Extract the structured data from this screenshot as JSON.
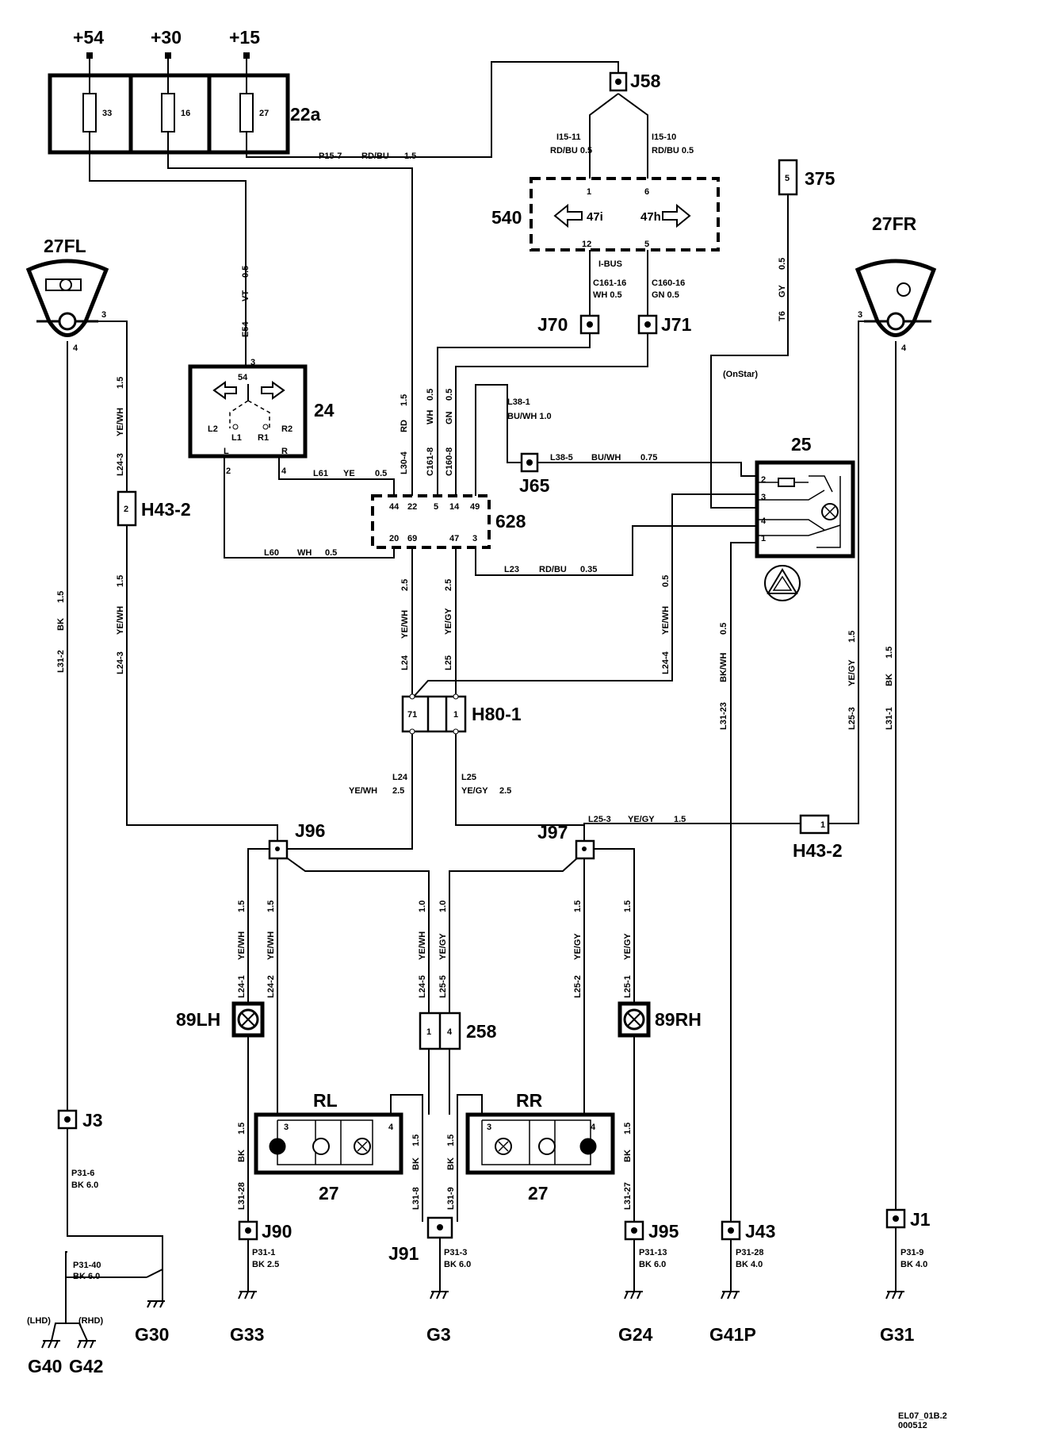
{
  "supply": {
    "p54": "+54",
    "p30": "+30",
    "p15": "+15"
  },
  "fusebox": {
    "label": "22a",
    "f33": "33",
    "f16": "16",
    "f27": "27"
  },
  "components": {
    "lamp_fl": "27FL",
    "lamp_fr": "27FR",
    "relay": "24",
    "relay_54": "54",
    "relay_l1": "L1",
    "relay_l2": "L2",
    "relay_r1": "R1",
    "relay_r2": "R2",
    "relay_l": "L",
    "relay_r": "R",
    "module540": "540",
    "m540_47i": "47i",
    "m540_47h": "47h",
    "m540_ibus": "I-BUS",
    "module628": "628",
    "switch25": "25",
    "c375": "375",
    "h43_2_left": "H43-2",
    "h43_2_right": "H43-2",
    "h80_1": "H80-1",
    "c258": "258",
    "lamp89lh": "89LH",
    "lamp89rh": "89RH",
    "rl": "RL",
    "rr": "RR",
    "rl_num": "27",
    "rr_num": "27",
    "onstar": "(OnStar)"
  },
  "junctions": {
    "j58": "J58",
    "j70": "J70",
    "j71": "J71",
    "j65": "J65",
    "j96": "J96",
    "j97": "J97",
    "j3": "J3",
    "j90": "J90",
    "j91": "J91",
    "j95": "J95",
    "j43": "J43",
    "j1": "J1"
  },
  "grounds": {
    "g30": "G30",
    "g33": "G33",
    "g3": "G3",
    "g24": "G24",
    "g41p": "G41P",
    "g31": "G31",
    "g40": "G40",
    "g42": "G42",
    "lhd": "(LHD)",
    "rhd": "(RHD)"
  },
  "pins": {
    "p1": "1",
    "p2": "2",
    "p3": "3",
    "p4": "4",
    "p5": "5",
    "p6": "6",
    "p12": "12",
    "p14": "14",
    "p20": "20",
    "p22": "22",
    "p44": "44",
    "p47": "47",
    "p49": "49",
    "p69": "69",
    "p71": "71"
  },
  "wires": {
    "p15_7": "P15-7",
    "rdbu": "RD/BU",
    "c15": "1.5",
    "i15_11": "I15-11",
    "i15_10": "I15-10",
    "rdbu_05": "RD/BU    0.5",
    "c161_16": "C161-16",
    "c160_16": "C160-16",
    "wh05": "WH   0.5",
    "gn05": "GN   0.5",
    "gy": "GY",
    "c05": "0.5",
    "t6": "T6",
    "e54": "E54",
    "vt": "VT",
    "l38_1": "L38-1",
    "buwh10": "BU/WH    1.0",
    "l38_5": "L38-5",
    "buwh": "BU/WH",
    "c075": "0.75",
    "rd": "RD",
    "wh": "WH",
    "gn": "GN",
    "l30_4": "L30-4",
    "c161_8": "C161-8",
    "c160_8": "C160-8",
    "l61": "L61",
    "ye": "YE",
    "l60": "L60",
    "l23": "L23",
    "c035": "0.35",
    "yewh": "YE/WH",
    "yegy": "YE/GY",
    "c25": "2.5",
    "c10": "1.0",
    "bk": "BK",
    "bkwh": "BK/WH",
    "l24": "L24",
    "l25": "L25",
    "l24_3": "L24-3",
    "l24_4": "L24-4",
    "l25_3": "L25-3",
    "l31_2": "L31-2",
    "l31_1": "L31-1",
    "l31_23": "L31-23",
    "l24_1": "L24-1",
    "l24_2": "L24-2",
    "l25_1": "L25-1",
    "l25_2": "L25-2",
    "l24_5": "L24-5",
    "l25_5": "L25-5",
    "l31_28": "L31-28",
    "l31_8": "L31-8",
    "l31_9": "L31-9",
    "l31_27": "L31-27",
    "p31_6": "P31-6",
    "bk60": "BK   6.0",
    "p31_40": "P31-40",
    "p31_1": "P31-1",
    "bk25": "BK   2.5",
    "p31_3": "P31-3",
    "p31_13": "P31-13",
    "p31_28": "P31-28",
    "bk40": "BK   4.0",
    "p31_9": "P31-9"
  },
  "footer": {
    "code1": "EL07_01B.2",
    "code2": "000512"
  }
}
